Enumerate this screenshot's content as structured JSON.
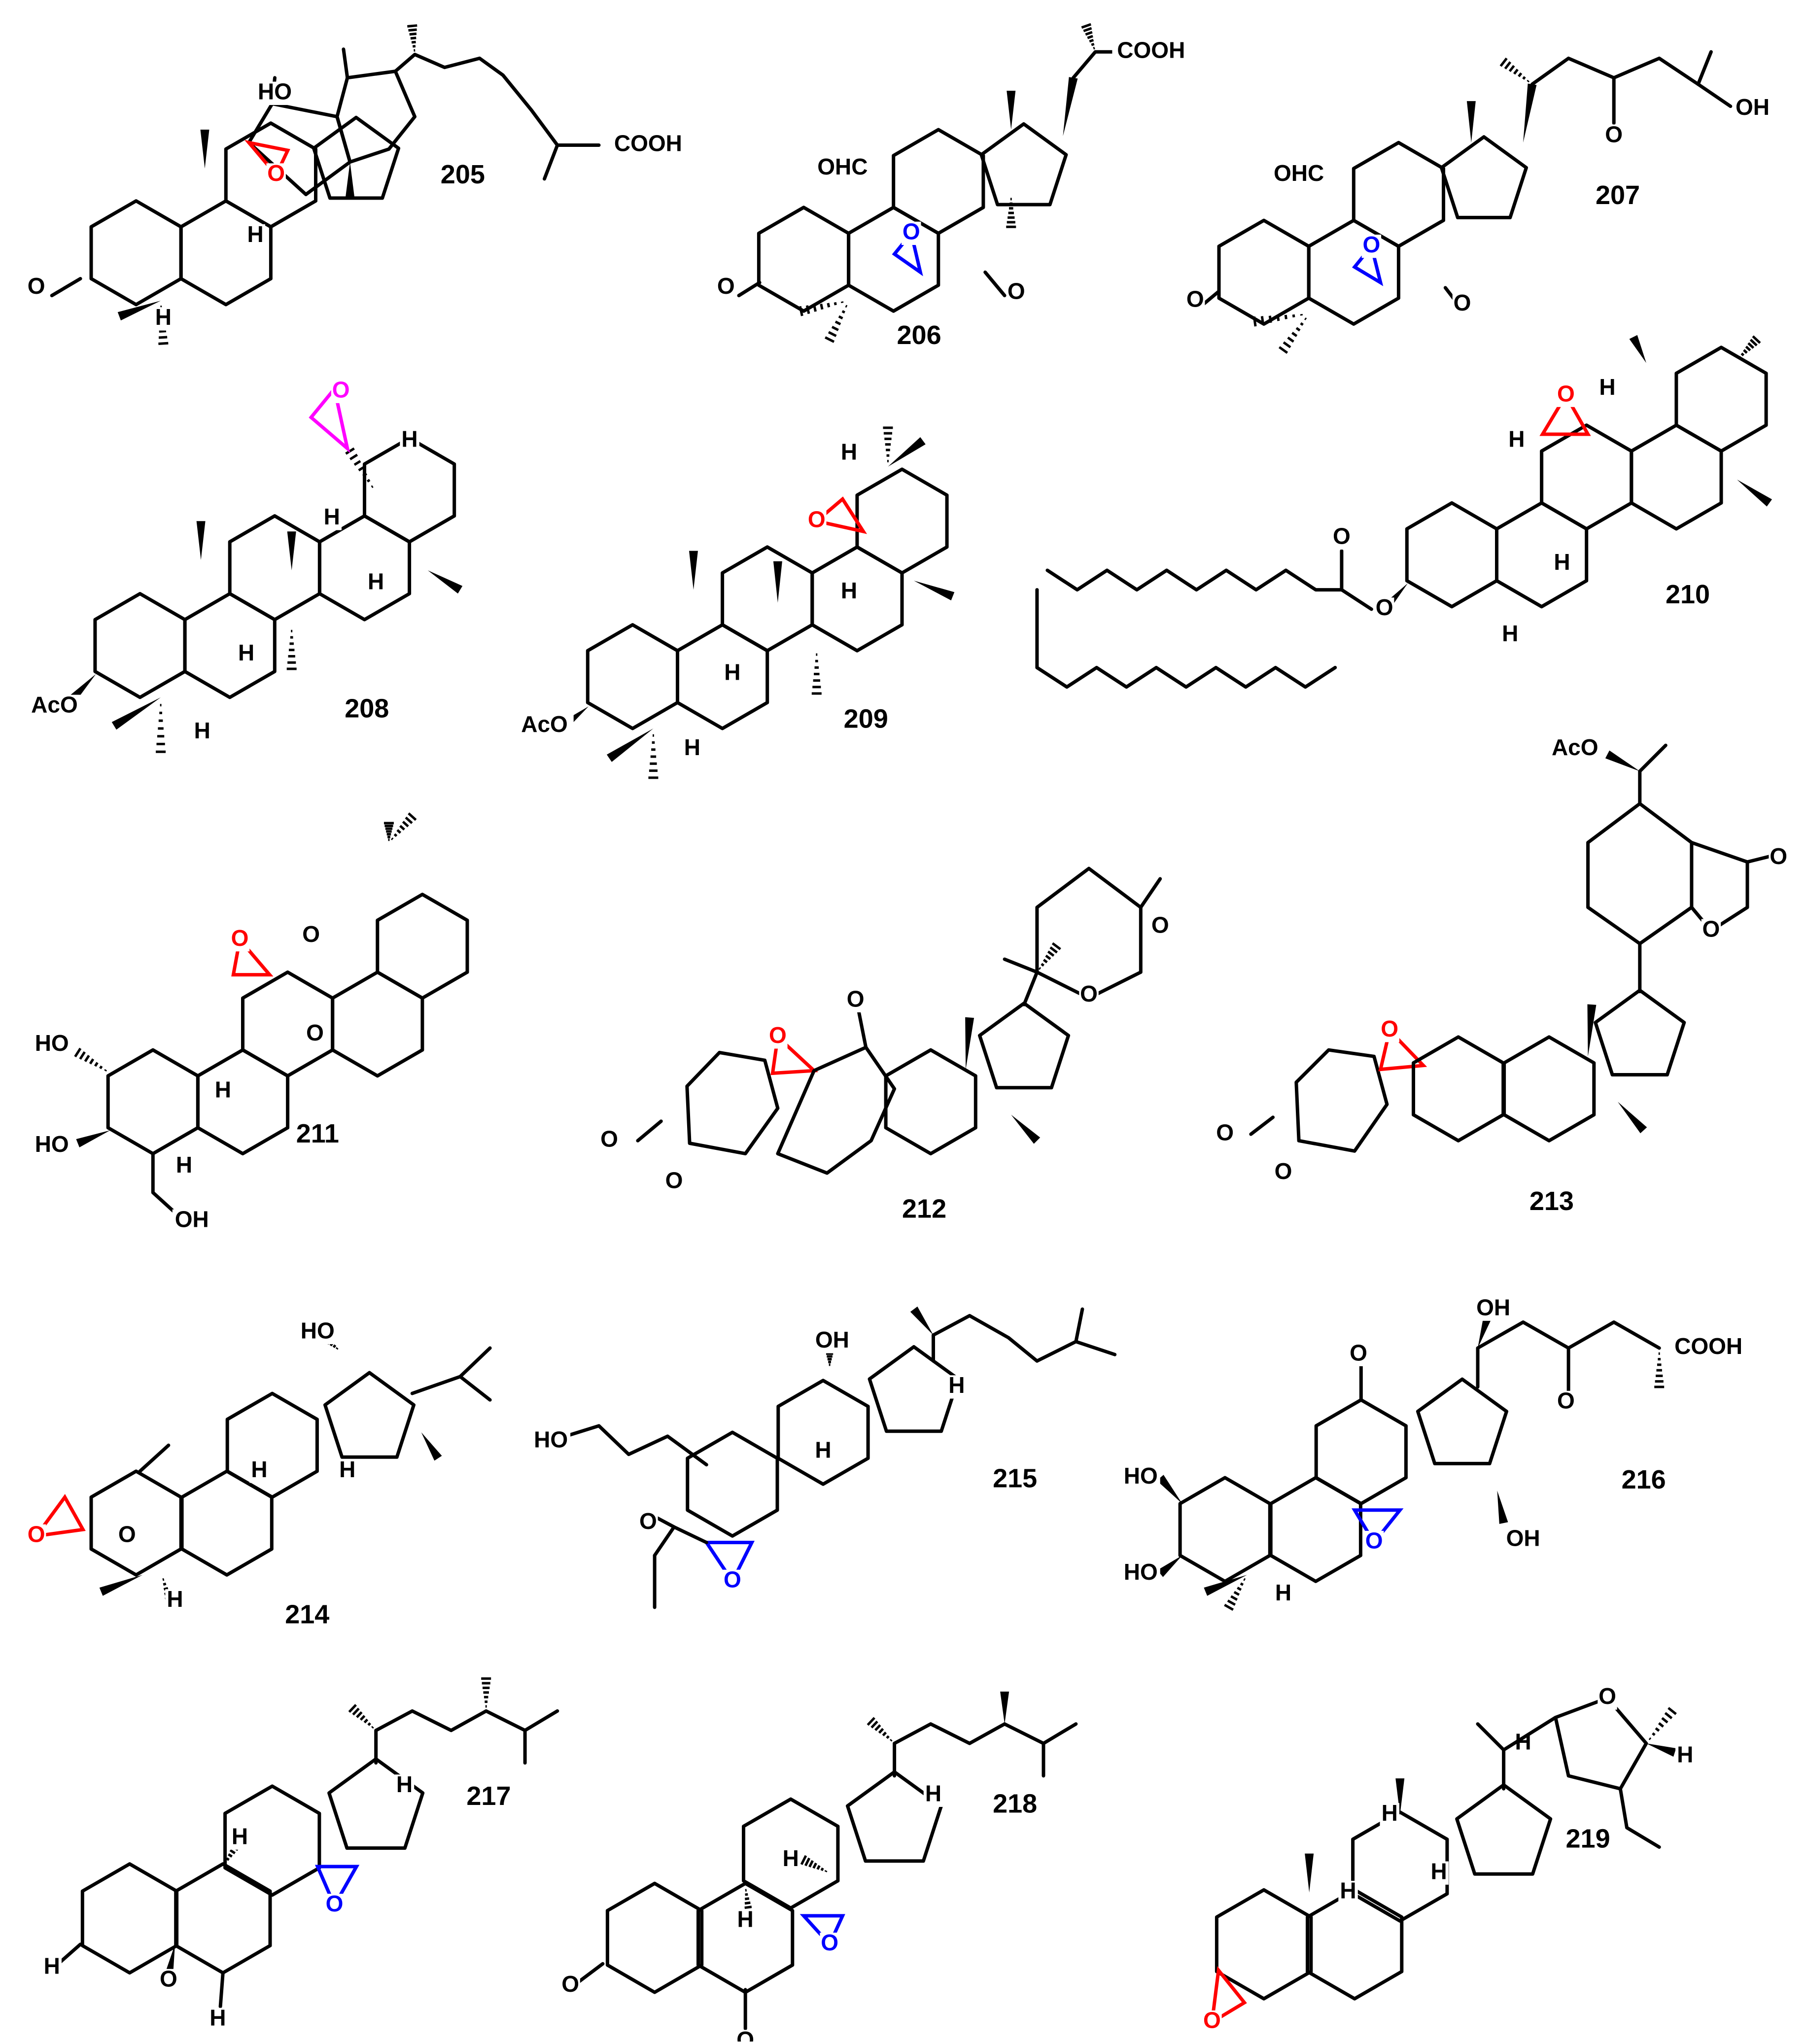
{
  "colors": {
    "bond": "#000000",
    "epoxide_red": "#ff0000",
    "epoxide_blue": "#0000ff",
    "epoxide_magenta": "#ff00ff",
    "background": "#ffffff"
  },
  "compounds": [
    {
      "id": "205",
      "labels": [
        "HO",
        "H",
        "H",
        "O",
        "COOH",
        "O"
      ]
    },
    {
      "id": "206",
      "labels": [
        "OHC",
        "COOH",
        "O",
        "O",
        "O"
      ]
    },
    {
      "id": "207",
      "labels": [
        "OHC",
        "OH",
        "O",
        "O",
        "O",
        "O"
      ]
    },
    {
      "id": "208",
      "labels": [
        "AcO",
        "H",
        "H",
        "H",
        "H",
        "H",
        "O"
      ]
    },
    {
      "id": "209",
      "labels": [
        "AcO",
        "H",
        "H",
        "H",
        "H",
        "O"
      ]
    },
    {
      "id": "210",
      "labels": [
        "O",
        "O",
        "H",
        "H",
        "H",
        "H",
        "O"
      ]
    },
    {
      "id": "211",
      "labels": [
        "HO",
        "HO",
        "OH",
        "H",
        "H",
        "O",
        "O",
        "O"
      ]
    },
    {
      "id": "212",
      "labels": [
        "O",
        "O",
        "O",
        "O",
        "O",
        "O"
      ]
    },
    {
      "id": "213",
      "labels": [
        "AcO",
        "O",
        "O",
        "O",
        "O",
        "O"
      ]
    },
    {
      "id": "214",
      "labels": [
        "HO",
        "H",
        "H",
        "H",
        "O",
        "O"
      ]
    },
    {
      "id": "215",
      "labels": [
        "OH",
        "HO",
        "H",
        "H",
        "O"
      ]
    },
    {
      "id": "216",
      "labels": [
        "OH",
        "COOH",
        "O",
        "O",
        "HO",
        "HO",
        "OH",
        "O",
        "H"
      ]
    },
    {
      "id": "217",
      "labels": [
        "H",
        "H",
        "H",
        "O",
        "O",
        "O"
      ]
    },
    {
      "id": "218",
      "labels": [
        "H",
        "H",
        "H",
        "O",
        "O",
        "O"
      ]
    },
    {
      "id": "219",
      "labels": [
        "O",
        "H",
        "H",
        "H",
        "H",
        "H",
        "O"
      ]
    }
  ]
}
